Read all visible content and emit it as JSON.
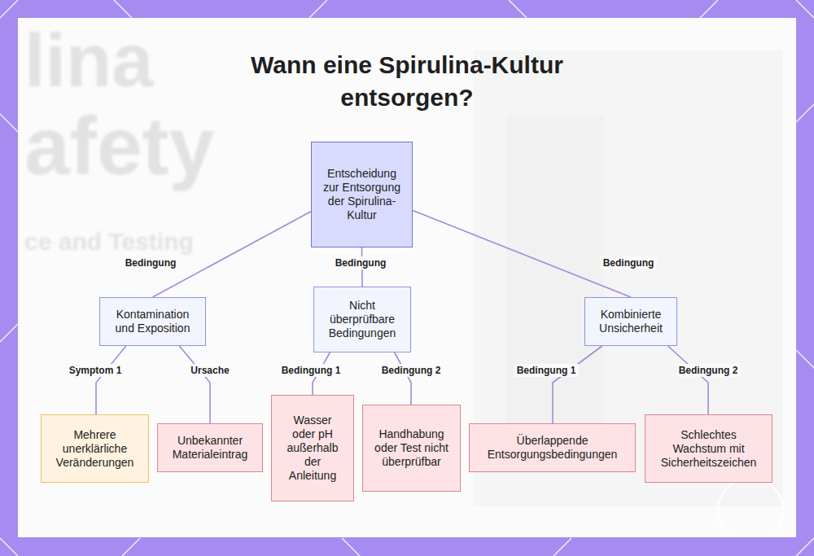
{
  "diagram": {
    "title": "Wann eine Spirulina-Kultur entsorgen?",
    "nodes": [
      {
        "text": [
          "Entscheidung zur Entsorgung der Spirulina-Kultur"
        ]
      },
      {
        "text": [
          "Kontamination und Exposition"
        ]
      },
      {
        "text": [
          "Nicht überprüfbare Bedingungen"
        ]
      },
      {
        "text": [
          "Kombinierte Unsicherheit"
        ]
      },
      {
        "text": [
          "Mehrere unerklärliche Veränderungen"
        ]
      },
      {
        "text": [
          "Unbekannter Materialeintrag"
        ]
      },
      {
        "text": [
          "Wasser oder pH außerhalb der Anleitung"
        ]
      },
      {
        "text": [
          "Handhabung oder Test nicht überprüfbar"
        ]
      },
      {
        "text": [
          "Überlappende Entsorgungsbedingungen"
        ]
      },
      {
        "text": [
          "Schlechtes Wachstum mit Sicherheitszeichen"
        ]
      }
    ],
    "edges": [
      {
        "from": 0,
        "to": 1,
        "label": "Bedingung",
        "arrow": "none"
      },
      {
        "from": 0,
        "to": 2,
        "label": "Bedingung",
        "arrow": "none"
      },
      {
        "from": 0,
        "to": 3,
        "label": "Bedingung",
        "arrow": "none"
      },
      {
        "from": 1,
        "to": 4,
        "label": "Symptom 1",
        "arrow": "none"
      },
      {
        "from": 1,
        "to": 5,
        "label": "Ursache",
        "arrow": "none"
      },
      {
        "from": 2,
        "to": 6,
        "label": "Bedingung 1",
        "arrow": "none"
      },
      {
        "from": 2,
        "to": 7,
        "label": "Bedingung 2",
        "arrow": "none"
      },
      {
        "from": 3,
        "to": 8,
        "label": "Bedingung 1",
        "arrow": "none"
      },
      {
        "from": 3,
        "to": 9,
        "label": "Bedingung 2",
        "arrow": "none"
      }
    ],
    "labels": [
      "lina",
      "afety",
      "ce and Testing"
    ]
  }
}
